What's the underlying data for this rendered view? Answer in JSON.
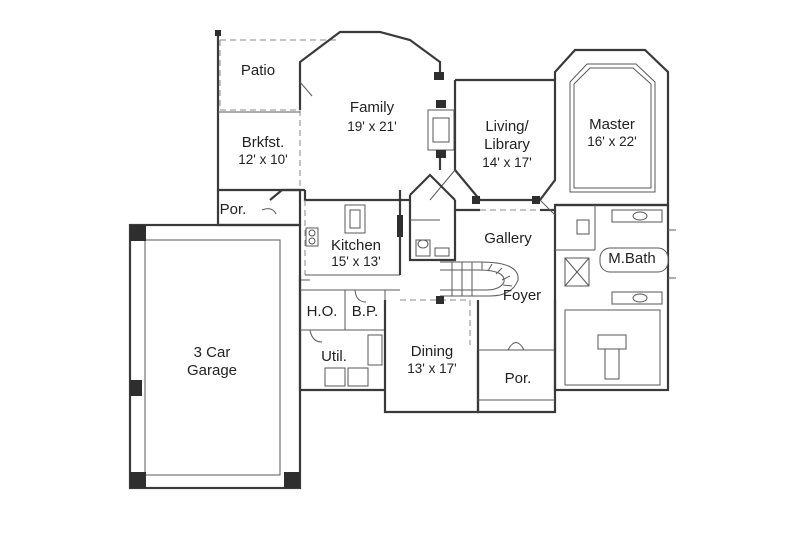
{
  "rooms": {
    "patio": {
      "name": "Patio"
    },
    "family": {
      "name": "Family",
      "size": "19' x 21'"
    },
    "brkfst": {
      "name": "Brkfst.",
      "size": "12' x 10'"
    },
    "living": {
      "name1": "Living/",
      "name2": "Library",
      "size": "14' x 17'"
    },
    "master": {
      "name": "Master",
      "size": "16' x 22'"
    },
    "por_side": {
      "name": "Por."
    },
    "kitchen": {
      "name": "Kitchen",
      "size": "15' x 13'"
    },
    "gallery": {
      "name": "Gallery"
    },
    "mbath": {
      "name": "M.Bath"
    },
    "ho": {
      "name": "H.O."
    },
    "bp": {
      "name": "B.P."
    },
    "foyer": {
      "name": "Foyer"
    },
    "garage": {
      "name1": "3 Car",
      "name2": "Garage"
    },
    "util": {
      "name": "Util."
    },
    "dining": {
      "name": "Dining",
      "size": "13' x 17'"
    },
    "por_front": {
      "name": "Por."
    }
  }
}
